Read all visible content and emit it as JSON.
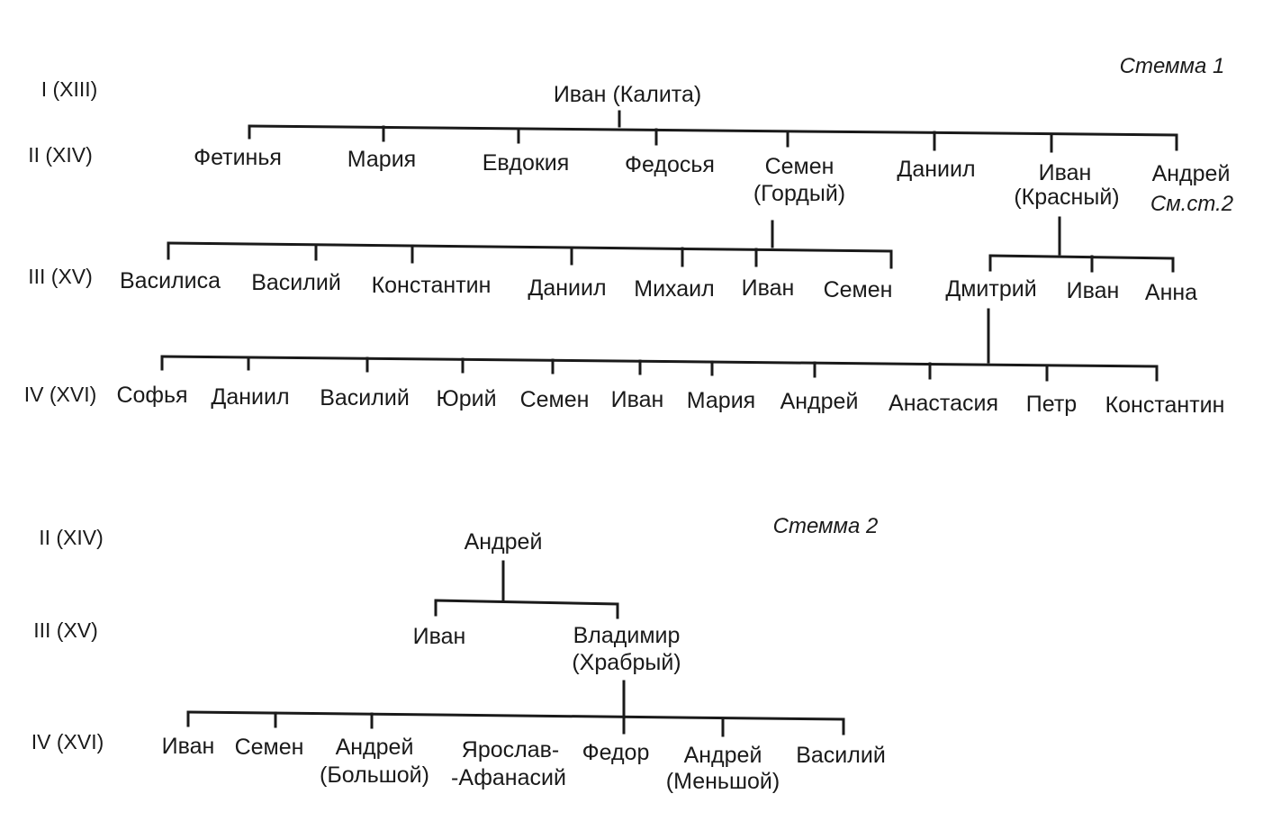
{
  "stemma1": {
    "title": "Стемма 1",
    "generations": [
      "I (XIII)",
      "II (XIV)",
      "III (XV)",
      "IV (XVI)"
    ],
    "root": "Иван (Калита)",
    "gen2": [
      {
        "name": "Фетинья"
      },
      {
        "name": "Мария"
      },
      {
        "name": "Евдокия"
      },
      {
        "name": "Федосья"
      },
      {
        "name": "Семен",
        "sub": "(Гордый)"
      },
      {
        "name": "Даниил"
      },
      {
        "name": "Иван",
        "sub": "(Красный)"
      },
      {
        "name": "Андрей",
        "ref": "См.ст.2"
      }
    ],
    "gen3_semen": [
      "Василиса",
      "Василий",
      "Константин",
      "Даниил",
      "Михаил",
      "Иван",
      "Семен"
    ],
    "gen3_ivan": [
      "Дмитрий",
      "Иван",
      "Анна"
    ],
    "gen4_dmitry": [
      "Софья",
      "Даниил",
      "Василий",
      "Юрий",
      "Семен",
      "Иван",
      "Мария",
      "Андрей",
      "Анастасия",
      "Петр",
      "Константин"
    ]
  },
  "stemma2": {
    "title": "Стемма 2",
    "generations": [
      "II (XIV)",
      "III (XV)",
      "IV (XVI)"
    ],
    "root": "Андрей",
    "gen3": [
      {
        "name": "Иван"
      },
      {
        "name": "Владимир",
        "sub": "(Храбрый)"
      }
    ],
    "gen4_vladimir": [
      {
        "name": "Иван"
      },
      {
        "name": "Семен"
      },
      {
        "name": "Андрей",
        "sub": "(Большой)"
      },
      {
        "name": "Ярослав-",
        "sub": "-Афанасий"
      },
      {
        "name": "Федор"
      },
      {
        "name": "Андрей",
        "sub": "(Меньшой)"
      },
      {
        "name": "Василий"
      }
    ]
  }
}
